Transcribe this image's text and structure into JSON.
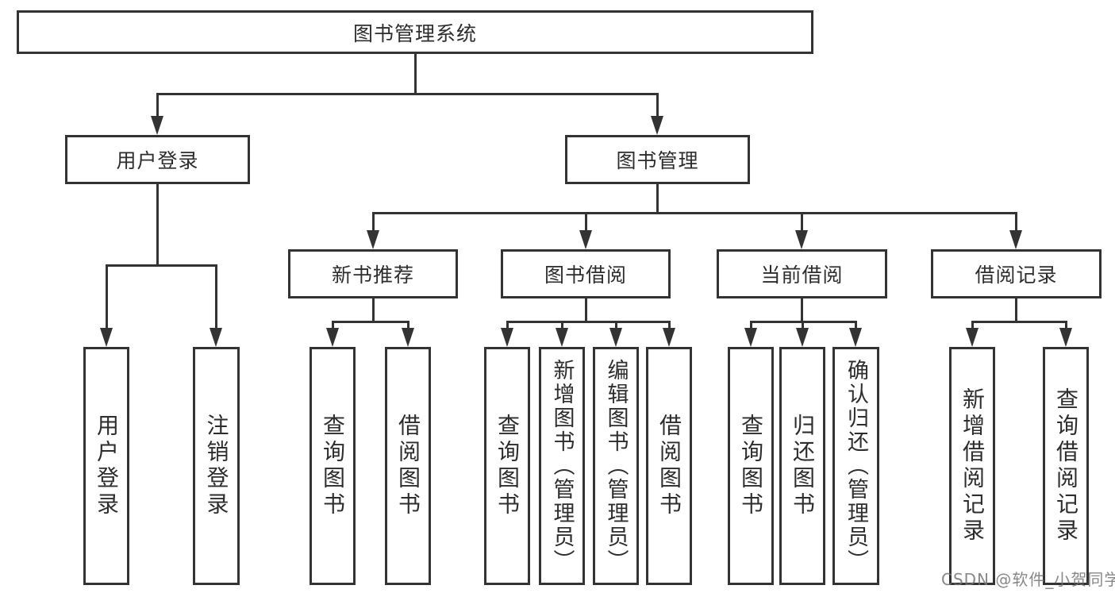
{
  "tree": {
    "root": {
      "label": "图书管理系统",
      "children": [
        {
          "label": "用户登录",
          "children": [
            {
              "label": "用户登录"
            },
            {
              "label": "注销登录"
            }
          ]
        },
        {
          "label": "图书管理",
          "children": [
            {
              "label": "新书推荐",
              "children": [
                {
                  "label": "查询图书"
                },
                {
                  "label": "借阅图书"
                }
              ]
            },
            {
              "label": "图书借阅",
              "children": [
                {
                  "label": "查询图书"
                },
                {
                  "label": "新增图书（管理员）"
                },
                {
                  "label": "编辑图书（管理员）"
                },
                {
                  "label": "借阅图书"
                }
              ]
            },
            {
              "label": "当前借阅",
              "children": [
                {
                  "label": "查询图书"
                },
                {
                  "label": "归还图书"
                },
                {
                  "label": "确认归还（管理员）"
                }
              ]
            },
            {
              "label": "借阅记录",
              "children": [
                {
                  "label": "新增借阅记录"
                },
                {
                  "label": "查询借阅记录"
                }
              ]
            }
          ]
        }
      ]
    }
  },
  "watermark": {
    "text": "CSDN @软件_小贺同学"
  },
  "colors": {
    "line": "#333333",
    "box_border": "#333333",
    "text": "#2d2d2d",
    "watermark": "#737373",
    "background": "#ffffff"
  }
}
